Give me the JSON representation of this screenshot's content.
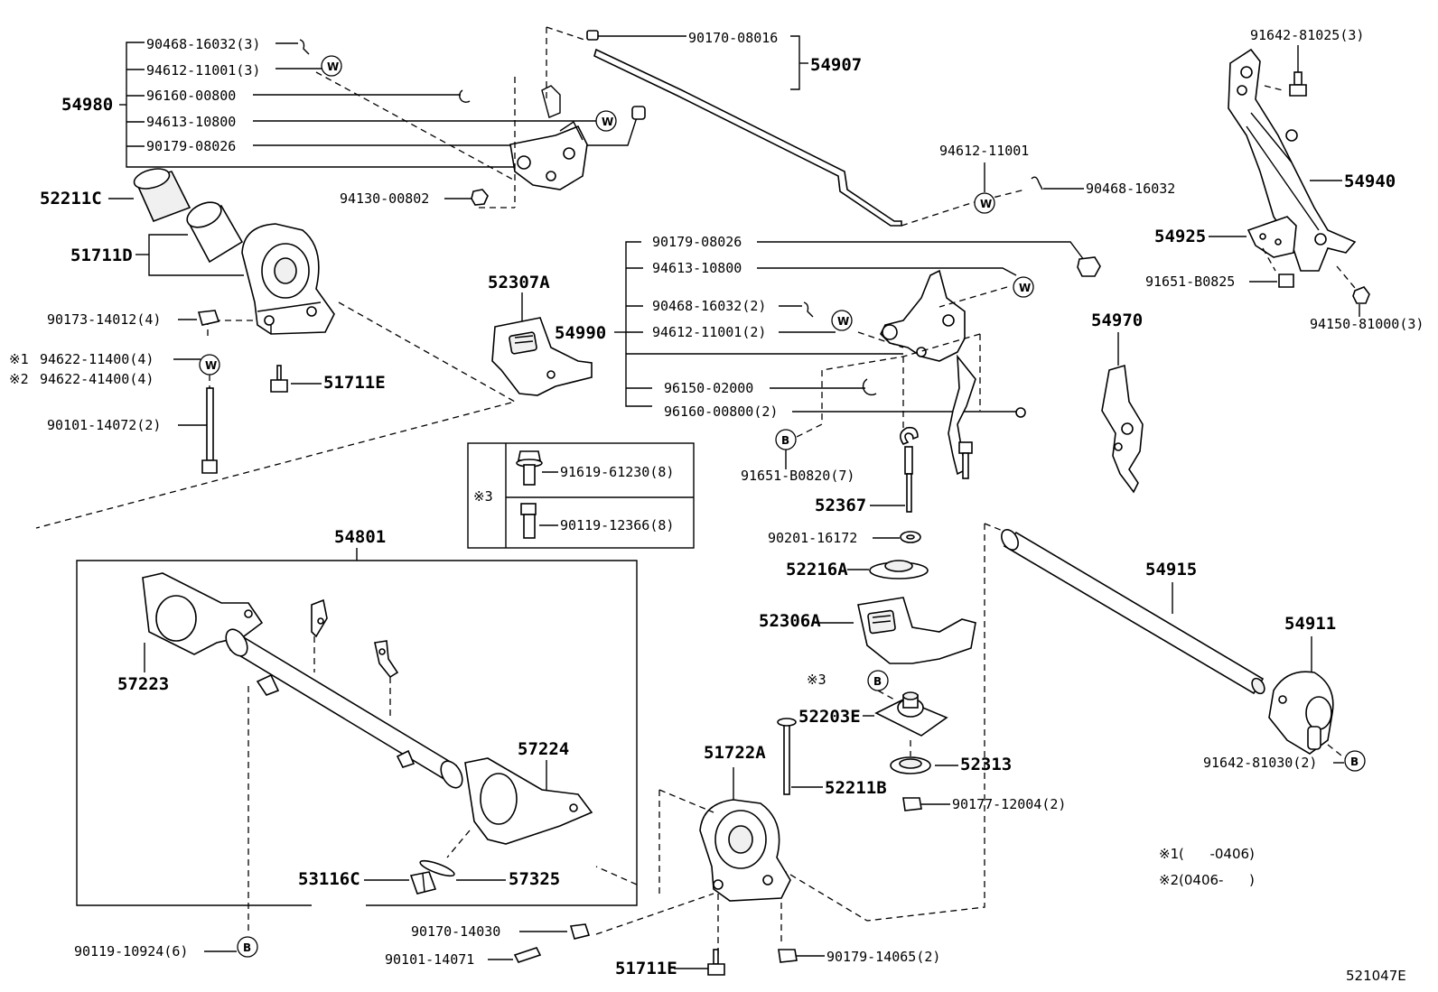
{
  "diagram_id": "521047E",
  "groups": {
    "g54980": "54980",
    "g54907": "54907",
    "g51711D": "51711D",
    "g54990": "54990",
    "g54801": "54801"
  },
  "parts": {
    "p90468_16032_3": "90468-16032(3)",
    "p94612_11001_3": "94612-11001(3)",
    "p96160_00800": "96160-00800",
    "p94613_10800_a": "94613-10800",
    "p90179_08026_a": "90179-08026",
    "p94130_00802": "94130-00802",
    "p90170_08016": "90170-08016",
    "p52211C": "52211C",
    "p90173_14012": "90173-14012(4)",
    "p94622_11400": "94622-11400(4)",
    "p94622_41400": "94622-41400(4)",
    "p51711E_a": "51711E",
    "p90101_14072": "90101-14072(2)",
    "p52307A": "52307A",
    "p94612_11001": "94612-11001",
    "p90468_16032": "90468-16032",
    "p90179_08026_b": "90179-08026",
    "p94613_10800_b": "94613-10800",
    "p90468_16032_2": "90468-16032(2)",
    "p94612_11001_2": "94612-11001(2)",
    "p96150_02000": "96150-02000",
    "p96160_00800_2": "96160-00800(2)",
    "p91651_B0820": "91651-B0820(7)",
    "p52367": "52367",
    "p90201_16172": "90201-16172",
    "p52216A": "52216A",
    "p52306A": "52306A",
    "p52203E": "52203E",
    "p52313": "52313",
    "p52211B": "52211B",
    "p90177_12004": "90177-12004(2)",
    "p51722A": "51722A",
    "p90170_14030": "90170-14030",
    "p90101_14071": "90101-14071",
    "p51711E_b": "51711E",
    "p90179_14065": "90179-14065(2)",
    "p90119_10924": "90119-10924(6)",
    "p57223": "57223",
    "p57224": "57224",
    "p53116C": "53116C",
    "p57325": "57325",
    "p91619_61230": "91619-61230(8)",
    "p90119_12366": "90119-12366(8)",
    "p91642_81025": "91642-81025(3)",
    "p54940": "54940",
    "p54925": "54925",
    "p91651_B0825": "91651-B0825",
    "p94150_81000": "94150-81000(3)",
    "p54970": "54970",
    "p54915": "54915",
    "p54911": "54911",
    "p91642_81030": "91642-81030(2)"
  },
  "markers": {
    "ref1": "※1",
    "ref2": "※2",
    "ref3": "※3",
    "washer": "W",
    "bolt": "B"
  },
  "legend": {
    "l1_mark": "※1",
    "l1_text": "(      -0406)",
    "l2_mark": "※2",
    "l2_text": "(0406-      )"
  }
}
